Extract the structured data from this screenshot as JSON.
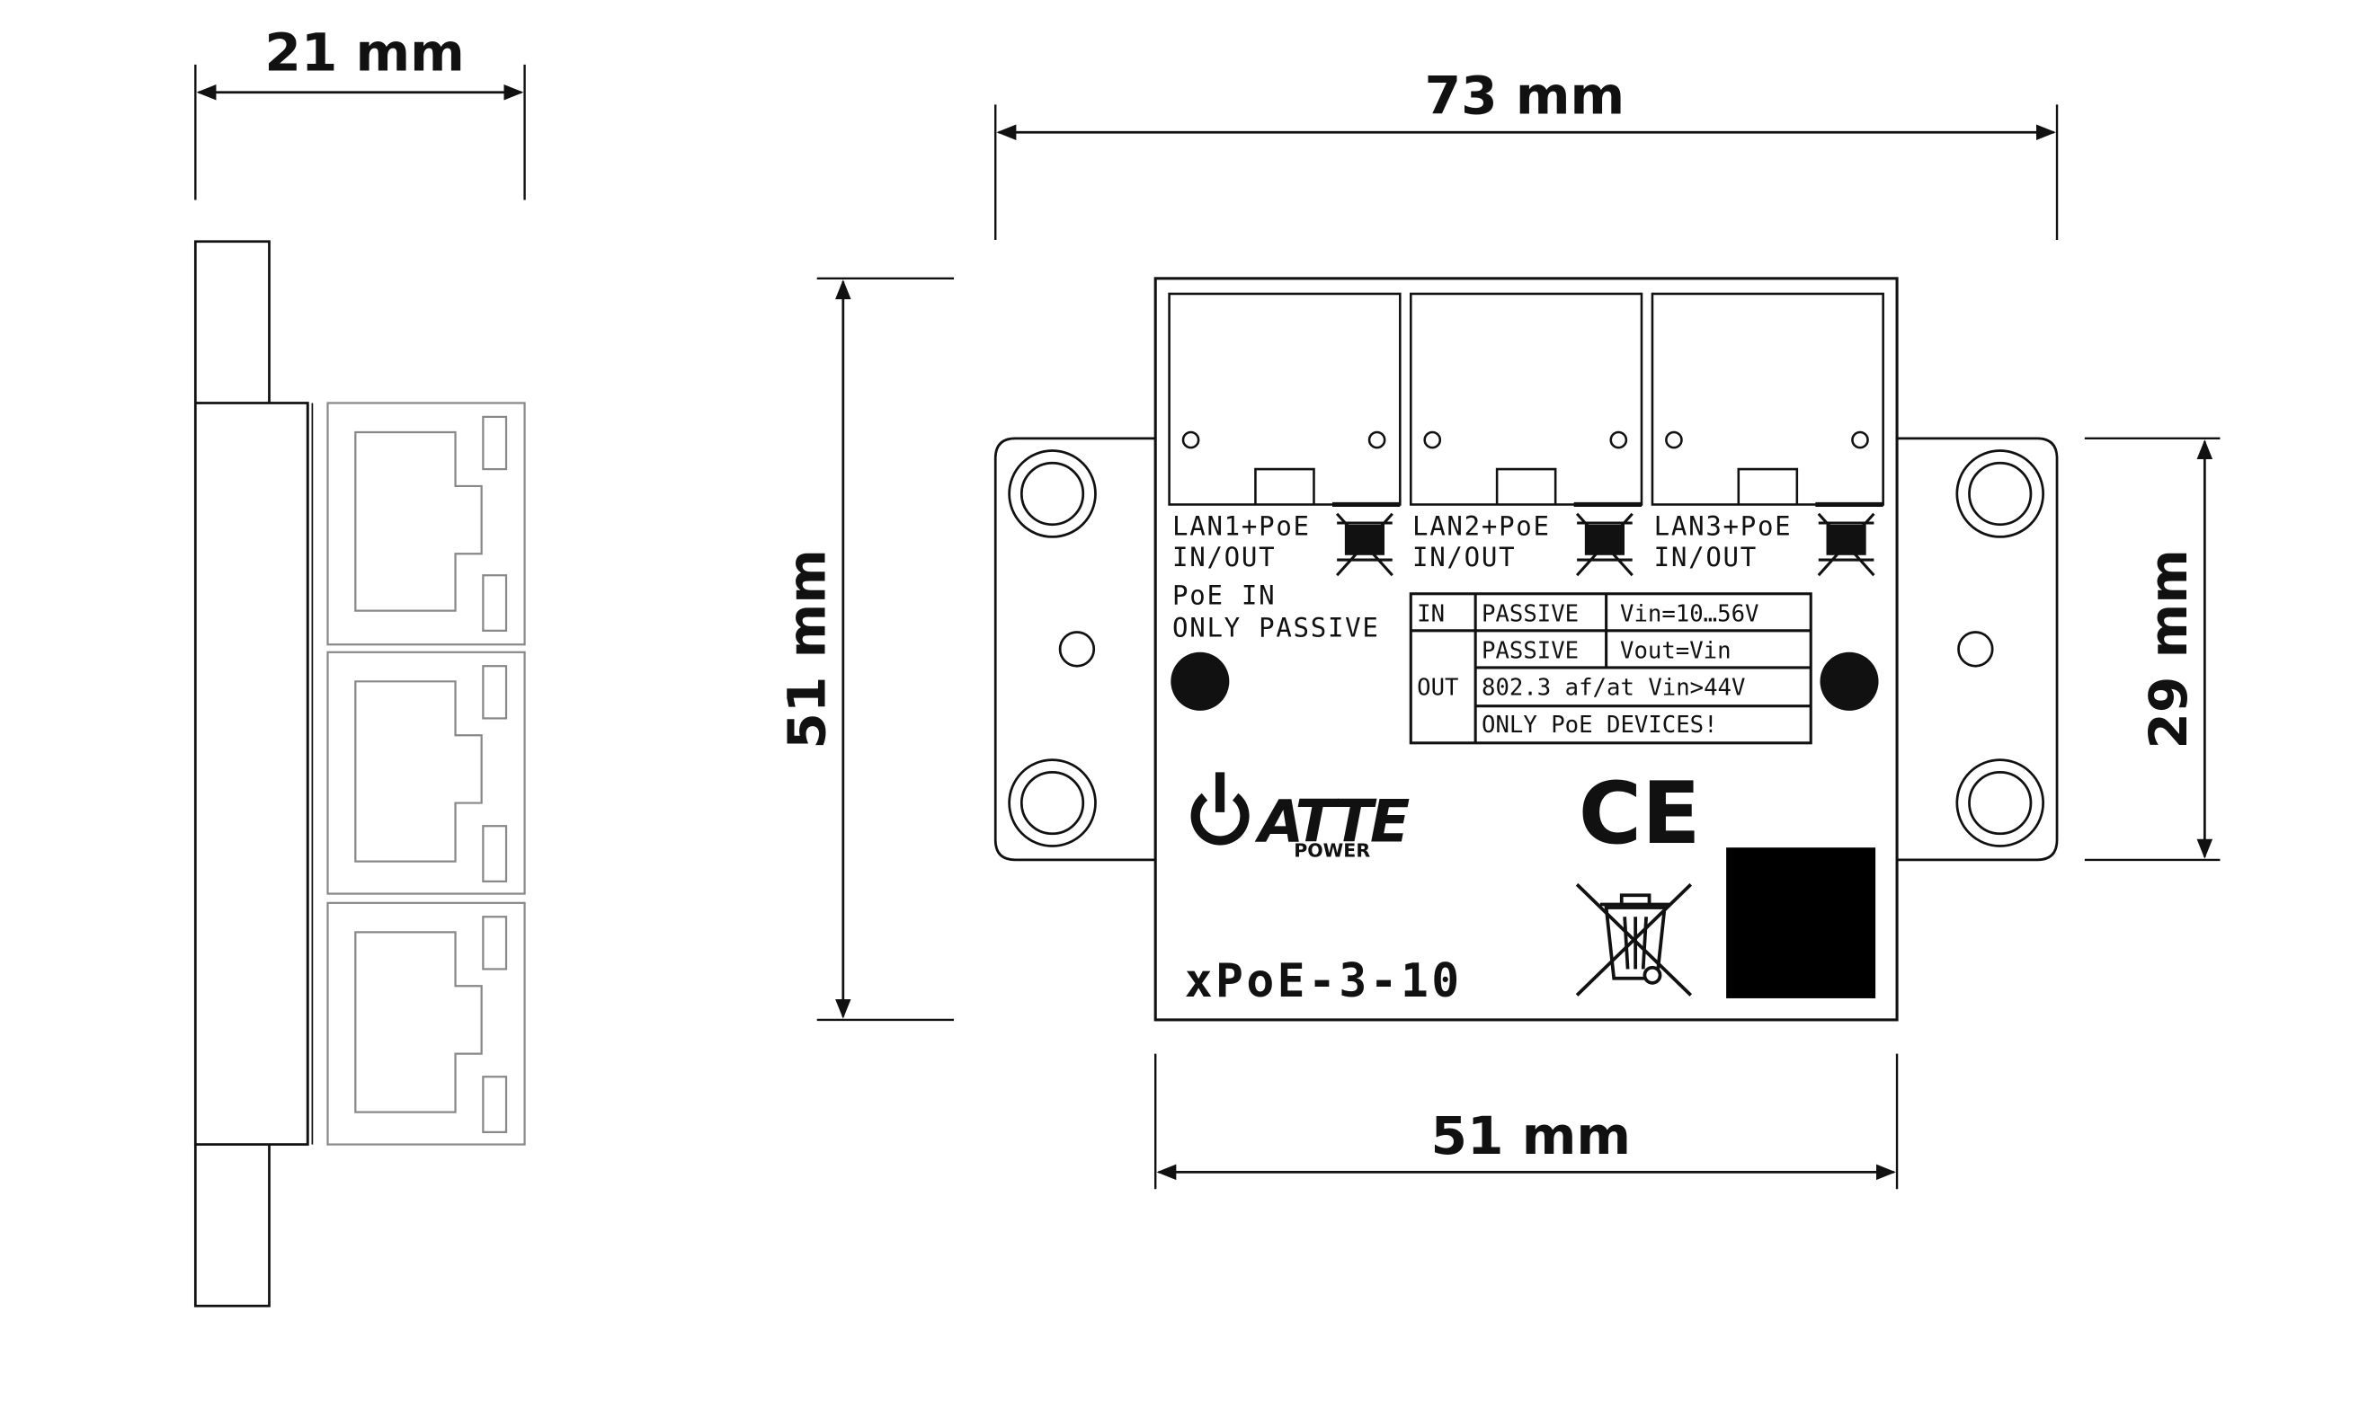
{
  "dimensions": {
    "side_width": "21 mm",
    "overall_width": "73 mm",
    "height": "51 mm",
    "body_width": "51 mm",
    "mount_height": "29 mm"
  },
  "ports": [
    {
      "label_line1": "LAN1+PoE",
      "label_line2": "IN/OUT"
    },
    {
      "label_line1": "LAN2+PoE",
      "label_line2": "IN/OUT"
    },
    {
      "label_line1": "LAN3+PoE",
      "label_line2": "IN/OUT"
    }
  ],
  "poe_note": {
    "line1": "PoE IN",
    "line2": "ONLY PASSIVE"
  },
  "spec_table": {
    "in_label": "IN",
    "out_label": "OUT",
    "rows": [
      {
        "type": "PASSIVE",
        "value": "Vin=10…56V"
      },
      {
        "type": "PASSIVE",
        "value": "Vout=Vin"
      },
      {
        "full": "802.3 af/at Vin>44V"
      },
      {
        "full": "ONLY PoE DEVICES!"
      }
    ]
  },
  "brand": {
    "name": "ATTE",
    "sub": "POWER"
  },
  "ce_mark": "CE",
  "model": "xPoE-3-10",
  "icons": [
    "weee-bin-icon",
    "ground-symbol-icon",
    "led-indicator-icon",
    "mounting-hole-icon"
  ]
}
